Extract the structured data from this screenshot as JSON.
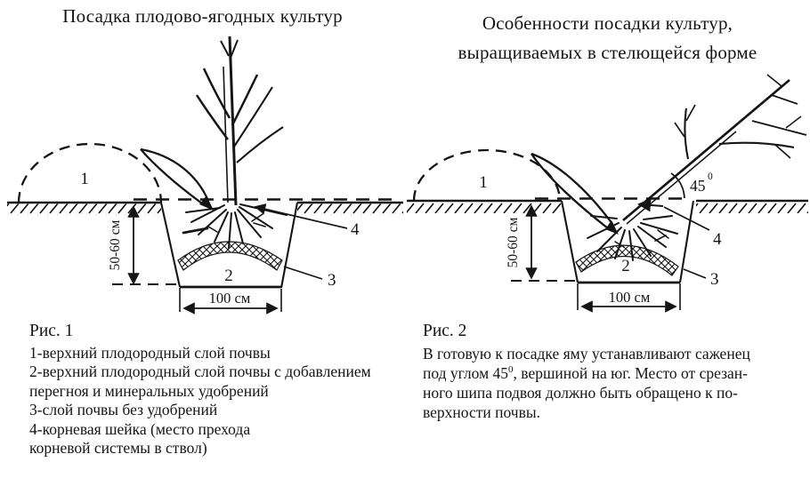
{
  "page": {
    "background": "#ffffff",
    "ink": "#151515"
  },
  "fig1": {
    "title": "Посадка плодово-ягодных культур",
    "labels": {
      "mound": "1",
      "backfill": "2",
      "layer3": "3",
      "collar4": "4",
      "depth": "50-60 см",
      "width": "100 см"
    },
    "caption": {
      "figure": "Рис. 1",
      "lines": [
        "1-верхний плодородный слой почвы",
        "2-верхний плодородный слой почвы с добавлением",
        "перегноя и минеральных удобрений",
        "3-слой почвы без удобрений",
        "4-корневая шейка (место прехода",
        "корневой системы в ствол)"
      ]
    }
  },
  "fig2": {
    "title_line1": "Особенности посадки культур,",
    "title_line2": "выращиваемых в стелющейся форме",
    "labels": {
      "mound": "1",
      "backfill": "2",
      "layer3": "3",
      "collar4": "4",
      "depth": "50-60 см",
      "width": "100 см",
      "angle": "45",
      "angle_sup": "0"
    },
    "caption": {
      "figure": "Рис. 2",
      "line1": "В готовую к посадке яму устанавливают саженец",
      "line2_pre": "под углом 45",
      "line2_sup": "0",
      "line2_post": ", вершиной на юг. Место от срезан-",
      "line3": "ного шипа подвоя должно быть обращено к по-",
      "line4": "верхности почвы."
    }
  }
}
